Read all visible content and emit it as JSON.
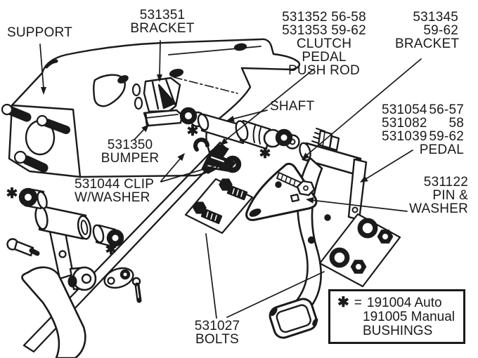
{
  "app": {
    "background": "#ffffff",
    "ink": "#1a1a1a",
    "description": "Exploded parts diagram of clutch pedal assembly"
  },
  "labels": {
    "support": "SUPPORT",
    "bracket_top": {
      "part": "531351",
      "name": "BRACKET"
    },
    "push_rod": {
      "row1": "531352 56-58",
      "row2": "531353 59-62",
      "name1": "CLUTCH PEDAL",
      "name2": "PUSH ROD"
    },
    "bracket_right": {
      "part": "531345",
      "years": "59-62",
      "name": "BRACKET"
    },
    "shaft": "SHAFT",
    "bumper": {
      "part": "531350",
      "name": "BUMPER"
    },
    "clip": {
      "row1": "531044 CLIP",
      "row2": "W/WASHER"
    },
    "pedal": {
      "rows": [
        {
          "part": "531054",
          "years": "56-57"
        },
        {
          "part": "531082",
          "years": "58"
        },
        {
          "part": "531039",
          "years": "59-62"
        }
      ],
      "name": "PEDAL"
    },
    "pin_washer": {
      "part": "531122",
      "name1": "PIN &",
      "name2": "WASHER"
    },
    "bolts": {
      "part": "531027",
      "name": "BOLTS"
    },
    "note": {
      "symbol": "✱",
      "equals": "=",
      "row1": "191004 Auto",
      "row2": "191005 Manual",
      "row3": "BUSHINGS"
    }
  },
  "asterisk": "✱"
}
